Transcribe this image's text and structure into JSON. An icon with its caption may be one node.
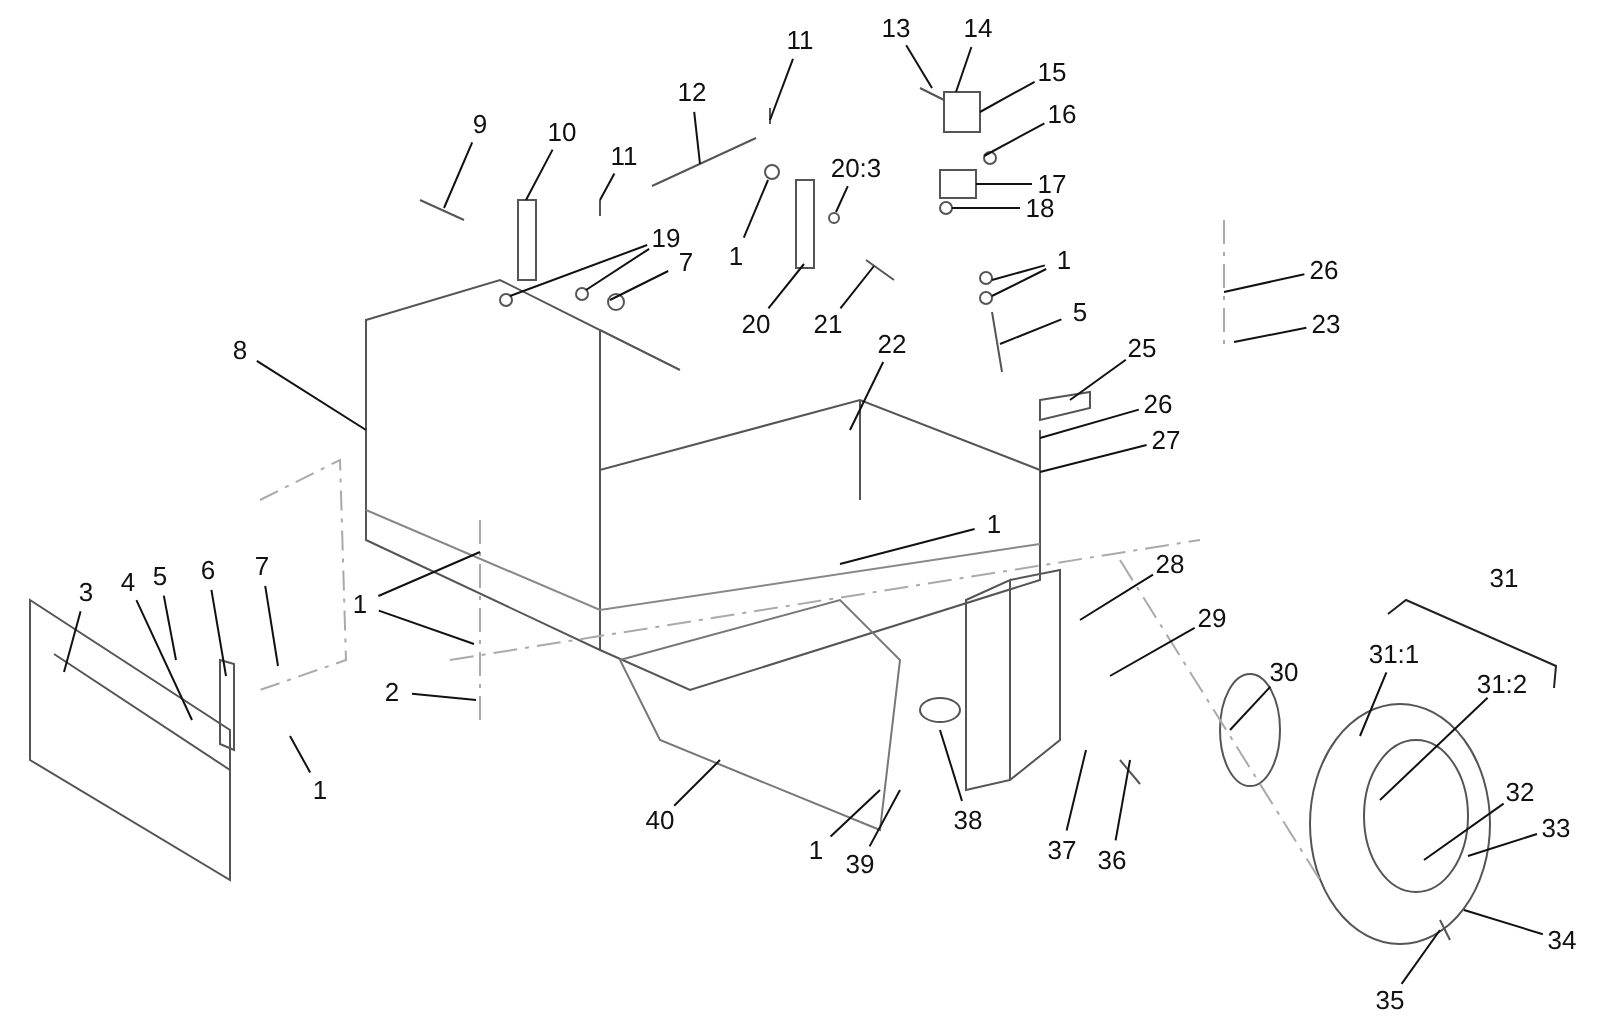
{
  "diagram": {
    "nodes": [
      {
        "text": [
          "9"
        ]
      },
      {
        "text": [
          "10"
        ]
      },
      {
        "text": [
          "11"
        ]
      },
      {
        "text": [
          "12"
        ]
      },
      {
        "text": [
          "11"
        ]
      },
      {
        "text": [
          "13"
        ]
      },
      {
        "text": [
          "14"
        ]
      },
      {
        "text": [
          "15"
        ]
      },
      {
        "text": [
          "16"
        ]
      },
      {
        "text": [
          "20:3"
        ]
      },
      {
        "text": [
          "17"
        ]
      },
      {
        "text": [
          "18"
        ]
      },
      {
        "text": [
          "1"
        ]
      },
      {
        "text": [
          "19"
        ]
      },
      {
        "text": [
          "7"
        ]
      },
      {
        "text": [
          "20"
        ]
      },
      {
        "text": [
          "21"
        ]
      },
      {
        "text": [
          "1"
        ]
      },
      {
        "text": [
          "5"
        ]
      },
      {
        "text": [
          "26"
        ]
      },
      {
        "text": [
          "23"
        ]
      },
      {
        "text": [
          "8"
        ]
      },
      {
        "text": [
          "22"
        ]
      },
      {
        "text": [
          "25"
        ]
      },
      {
        "text": [
          "26"
        ]
      },
      {
        "text": [
          "27"
        ]
      },
      {
        "text": [
          "1"
        ]
      },
      {
        "text": [
          "3"
        ]
      },
      {
        "text": [
          "4"
        ]
      },
      {
        "text": [
          "5"
        ]
      },
      {
        "text": [
          "6"
        ]
      },
      {
        "text": [
          "7"
        ]
      },
      {
        "text": [
          "1"
        ]
      },
      {
        "text": [
          "1"
        ]
      },
      {
        "text": [
          "2"
        ]
      },
      {
        "text": [
          "28"
        ]
      },
      {
        "text": [
          "29"
        ]
      },
      {
        "text": [
          "30"
        ]
      },
      {
        "text": [
          "31"
        ]
      },
      {
        "text": [
          "31:1"
        ]
      },
      {
        "text": [
          "31:2"
        ]
      },
      {
        "text": [
          "32"
        ]
      },
      {
        "text": [
          "33"
        ]
      },
      {
        "text": [
          "34"
        ]
      },
      {
        "text": [
          "35"
        ]
      },
      {
        "text": [
          "40"
        ]
      },
      {
        "text": [
          "1"
        ]
      },
      {
        "text": [
          "39"
        ]
      },
      {
        "text": [
          "38"
        ]
      },
      {
        "text": [
          "37"
        ]
      },
      {
        "text": [
          "36"
        ]
      }
    ],
    "edges": [
      {
        "from": 0,
        "to": null,
        "arrow": "none"
      },
      {
        "from": 1,
        "to": null,
        "arrow": "none"
      },
      {
        "from": 2,
        "to": null,
        "arrow": "none"
      },
      {
        "from": 3,
        "to": null,
        "arrow": "none"
      },
      {
        "from": 4,
        "to": null,
        "arrow": "none"
      },
      {
        "from": 5,
        "to": null,
        "arrow": "none"
      },
      {
        "from": 6,
        "to": null,
        "arrow": "none"
      },
      {
        "from": 7,
        "to": null,
        "arrow": "none"
      },
      {
        "from": 8,
        "to": null,
        "arrow": "none"
      },
      {
        "from": 9,
        "to": null,
        "arrow": "none"
      },
      {
        "from": 10,
        "to": null,
        "arrow": "none"
      },
      {
        "from": 11,
        "to": null,
        "arrow": "none"
      },
      {
        "from": 12,
        "to": null,
        "arrow": "none"
      },
      {
        "from": 13,
        "to": null,
        "arrow": "none"
      },
      {
        "from": 13,
        "to": null,
        "arrow": "none"
      },
      {
        "from": 14,
        "to": null,
        "arrow": "none"
      },
      {
        "from": 15,
        "to": null,
        "arrow": "none"
      },
      {
        "from": 16,
        "to": null,
        "arrow": "none"
      },
      {
        "from": 17,
        "to": null,
        "arrow": "none"
      },
      {
        "from": 17,
        "to": null,
        "arrow": "none"
      },
      {
        "from": 18,
        "to": null,
        "arrow": "none"
      },
      {
        "from": 19,
        "to": null,
        "arrow": "none"
      },
      {
        "from": 20,
        "to": null,
        "arrow": "none"
      },
      {
        "from": 21,
        "to": null,
        "arrow": "none"
      },
      {
        "from": 22,
        "to": null,
        "arrow": "none"
      },
      {
        "from": 23,
        "to": null,
        "arrow": "none"
      },
      {
        "from": 24,
        "to": null,
        "arrow": "none"
      },
      {
        "from": 25,
        "to": null,
        "arrow": "none"
      },
      {
        "from": 26,
        "to": null,
        "arrow": "none"
      },
      {
        "from": 27,
        "to": null,
        "arrow": "none"
      },
      {
        "from": 28,
        "to": null,
        "arrow": "none"
      },
      {
        "from": 29,
        "to": null,
        "arrow": "none"
      },
      {
        "from": 30,
        "to": null,
        "arrow": "none"
      },
      {
        "from": 31,
        "to": null,
        "arrow": "none"
      },
      {
        "from": 32,
        "to": null,
        "arrow": "none"
      },
      {
        "from": 33,
        "to": null,
        "arrow": "none"
      },
      {
        "from": 33,
        "to": null,
        "arrow": "none"
      },
      {
        "from": 34,
        "to": null,
        "arrow": "none"
      },
      {
        "from": 35,
        "to": null,
        "arrow": "none"
      },
      {
        "from": 36,
        "to": null,
        "arrow": "none"
      },
      {
        "from": 37,
        "to": null,
        "arrow": "none"
      },
      {
        "from": 39,
        "to": null,
        "arrow": "none"
      },
      {
        "from": 40,
        "to": null,
        "arrow": "none"
      },
      {
        "from": 41,
        "to": null,
        "arrow": "none"
      },
      {
        "from": 42,
        "to": null,
        "arrow": "none"
      },
      {
        "from": 43,
        "to": null,
        "arrow": "none"
      },
      {
        "from": 44,
        "to": null,
        "arrow": "none"
      },
      {
        "from": 45,
        "to": null,
        "arrow": "none"
      },
      {
        "from": 46,
        "to": null,
        "arrow": "none"
      },
      {
        "from": 47,
        "to": null,
        "arrow": "none"
      },
      {
        "from": 48,
        "to": null,
        "arrow": "none"
      },
      {
        "from": 49,
        "to": null,
        "arrow": "none"
      },
      {
        "from": 50,
        "to": null,
        "arrow": "none"
      }
    ]
  }
}
